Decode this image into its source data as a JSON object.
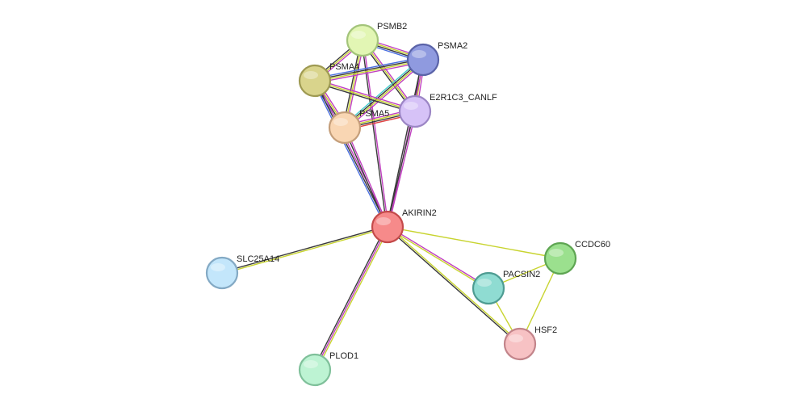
{
  "nodes": [
    {
      "id": "PSMB2",
      "label": "PSMB2",
      "fill": "#e2f6b4",
      "stroke": "#a3c47a"
    },
    {
      "id": "PSMA2",
      "label": "PSMA2",
      "fill": "#8f9adf",
      "stroke": "#5a63a8"
    },
    {
      "id": "PSMA4",
      "label": "PSMA4",
      "fill": "#d9d48c",
      "stroke": "#9e9a52"
    },
    {
      "id": "E2R1C3_CANLF",
      "label": "E2R1C3_CANLF",
      "fill": "#d6c2f7",
      "stroke": "#9c86c5"
    },
    {
      "id": "PSMA5",
      "label": "PSMA5",
      "fill": "#f9d6b3",
      "stroke": "#c49e7a"
    },
    {
      "id": "AKIRIN2",
      "label": "AKIRIN2",
      "fill": "#f68a8a",
      "stroke": "#c44a4a"
    },
    {
      "id": "CCDC60",
      "label": "CCDC60",
      "fill": "#9be08e",
      "stroke": "#5ea552"
    },
    {
      "id": "SLC25A14",
      "label": "SLC25A14",
      "fill": "#c3e6fb",
      "stroke": "#83a9c4"
    },
    {
      "id": "PACSIN2",
      "label": "PACSIN2",
      "fill": "#8fdcd2",
      "stroke": "#4e9c92"
    },
    {
      "id": "HSF2",
      "label": "HSF2",
      "fill": "#f7c2c4",
      "stroke": "#c2848a"
    },
    {
      "id": "PLOD1",
      "label": "PLOD1",
      "fill": "#bdf3d3",
      "stroke": "#7fc09a"
    }
  ],
  "edges": [
    {
      "source": "PSMB2",
      "target": "PSMA2",
      "colors": [
        "#c040c0",
        "#c8d430",
        "#3a3a3a",
        "#4a6fe0"
      ]
    },
    {
      "source": "PSMB2",
      "target": "PSMA4",
      "colors": [
        "#c040c0",
        "#c8d430",
        "#3a3a3a"
      ]
    },
    {
      "source": "PSMB2",
      "target": "PSMA5",
      "colors": [
        "#c040c0",
        "#c8d430",
        "#3a3a3a"
      ]
    },
    {
      "source": "PSMB2",
      "target": "E2R1C3_CANLF",
      "colors": [
        "#c040c0",
        "#c8d430",
        "#3a3a3a"
      ]
    },
    {
      "source": "PSMB2",
      "target": "AKIRIN2",
      "colors": [
        "#c040c0",
        "#3a3a3a"
      ]
    },
    {
      "source": "PSMA2",
      "target": "PSMA4",
      "colors": [
        "#c040c0",
        "#c8d430",
        "#3a3a3a",
        "#4a6fe0"
      ]
    },
    {
      "source": "PSMA2",
      "target": "PSMA5",
      "colors": [
        "#c040c0",
        "#c8d430",
        "#3a3a3a",
        "#44cccc"
      ]
    },
    {
      "source": "PSMA2",
      "target": "E2R1C3_CANLF",
      "colors": [
        "#c040c0",
        "#c8d430",
        "#3a3a3a"
      ]
    },
    {
      "source": "PSMA2",
      "target": "AKIRIN2",
      "colors": [
        "#c040c0",
        "#3a3a3a"
      ]
    },
    {
      "source": "PSMA4",
      "target": "PSMA5",
      "colors": [
        "#c040c0",
        "#c8d430",
        "#3a3a3a",
        "#4a6fe0"
      ]
    },
    {
      "source": "PSMA4",
      "target": "E2R1C3_CANLF",
      "colors": [
        "#c040c0",
        "#c8d430",
        "#3a3a3a"
      ]
    },
    {
      "source": "PSMA4",
      "target": "AKIRIN2",
      "colors": [
        "#c040c0",
        "#3a3a3a",
        "#4a6fe0"
      ]
    },
    {
      "source": "PSMA5",
      "target": "E2R1C3_CANLF",
      "colors": [
        "#c040c0",
        "#c8d430",
        "#3a3a3a",
        "#e04040"
      ]
    },
    {
      "source": "PSMA5",
      "target": "AKIRIN2",
      "colors": [
        "#c040c0",
        "#3a3a3a"
      ]
    },
    {
      "source": "E2R1C3_CANLF",
      "target": "AKIRIN2",
      "colors": [
        "#c040c0",
        "#3a3a3a"
      ]
    },
    {
      "source": "AKIRIN2",
      "target": "SLC25A14",
      "colors": [
        "#c8d430",
        "#3a3a3a"
      ]
    },
    {
      "source": "AKIRIN2",
      "target": "PLOD1",
      "colors": [
        "#c8d430",
        "#c040c0",
        "#3a3a3a"
      ]
    },
    {
      "source": "AKIRIN2",
      "target": "CCDC60",
      "colors": [
        "#c8d430"
      ]
    },
    {
      "source": "AKIRIN2",
      "target": "PACSIN2",
      "colors": [
        "#c040c0",
        "#c8d430"
      ]
    },
    {
      "source": "AKIRIN2",
      "target": "HSF2",
      "colors": [
        "#c8d430",
        "#3a3a3a"
      ]
    },
    {
      "source": "PACSIN2",
      "target": "CCDC60",
      "colors": [
        "#c8d430"
      ]
    },
    {
      "source": "PACSIN2",
      "target": "HSF2",
      "colors": [
        "#c8d430"
      ]
    },
    {
      "source": "CCDC60",
      "target": "HSF2",
      "colors": [
        "#c8d430"
      ]
    }
  ]
}
